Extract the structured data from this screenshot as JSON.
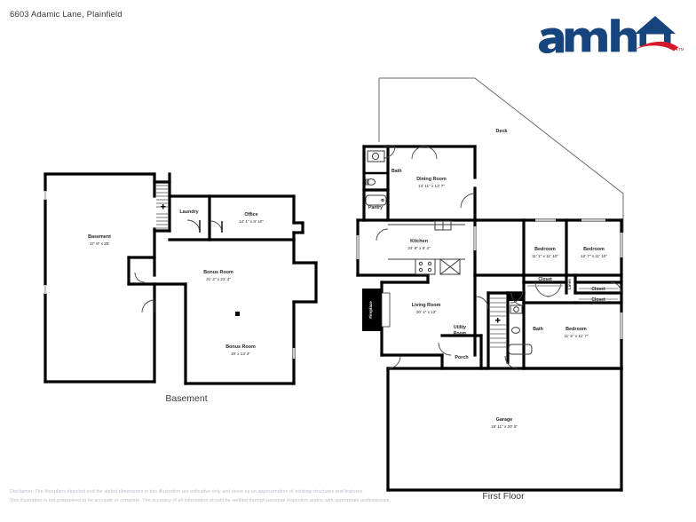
{
  "header": {
    "address": "6603 Adamic Lane, Plainfield",
    "logo": {
      "wordmark": "amh",
      "brand_blue": "#16447d",
      "brand_red": "#d7182a",
      "tm": "TM",
      "icon": "house-roof-icon"
    }
  },
  "basement": {
    "floor_label": "Basement",
    "rooms": [
      {
        "name": "Basement",
        "dims": "17' 9\" x 26'"
      },
      {
        "name": "Laundry",
        "dims": ""
      },
      {
        "name": "Office",
        "dims": "14' 1\" x 8' 10\""
      },
      {
        "name": "Bonus Room",
        "dims": "31' 2\" x 22' 4\""
      },
      {
        "name": "Bonus Room",
        "dims": "19' x 13' 4\""
      }
    ]
  },
  "first_floor": {
    "floor_label": "First Floor",
    "rooms": [
      {
        "name": "Deck",
        "dims": ""
      },
      {
        "name": "Dining Room",
        "dims": "14' 11\" x 13' 7\""
      },
      {
        "name": "Bath",
        "dims": ""
      },
      {
        "name": "Pantry",
        "dims": ""
      },
      {
        "name": "Kitchen",
        "dims": "24' 8\" x 9' 4\""
      },
      {
        "name": "Bedroom",
        "dims": "11' 1\" x 11' 10\""
      },
      {
        "name": "Bedroom",
        "dims": "12' 7\" x 11' 10\""
      },
      {
        "name": "Closet",
        "dims": ""
      },
      {
        "name": "Closet",
        "dims": ""
      },
      {
        "name": "Closet",
        "dims": ""
      },
      {
        "name": "Linen",
        "dims": ""
      },
      {
        "name": "Living Room",
        "dims": "20' 1\" x 13'"
      },
      {
        "name": "Fireplace",
        "dims": ""
      },
      {
        "name": "Utility Room",
        "dims": ""
      },
      {
        "name": "Bath",
        "dims": ""
      },
      {
        "name": "Bedroom",
        "dims": "11' 5\" x 11' 7\""
      },
      {
        "name": "Porch",
        "dims": ""
      },
      {
        "name": "Garage",
        "dims": "19' 11\" x 20' 5\""
      }
    ],
    "labels": {
      "deck": "Deck",
      "dining_room": "Dining Room",
      "dining_room_dims": "14' 11\" x 13' 7\"",
      "bath_upper": "Bath",
      "pantry": "Pantry",
      "kitchen": "Kitchen",
      "kitchen_dims": "24' 8\" x 9' 4\"",
      "bedroom1": "Bedroom",
      "bedroom1_dims": "11' 1\" x 11' 10\"",
      "bedroom2": "Bedroom",
      "bedroom2_dims": "12' 7\" x 11' 10\"",
      "closet1": "Closet",
      "closet2": "Closet",
      "closet3": "Closet",
      "linen": "Linen",
      "living_room": "Living Room",
      "living_room_dims": "20' 1\" x 13'",
      "fireplace": "Fireplace",
      "utility_room_l1": "Utility",
      "utility_room_l2": "Room",
      "bath_lower": "Bath",
      "bedroom3": "Bedroom",
      "bedroom3_dims": "11' 5\" x 11' 7\"",
      "porch": "Porch",
      "garage": "Garage",
      "garage_dims": "19' 11\" x 20' 5\""
    }
  },
  "basement_labels": {
    "basement": "Basement",
    "basement_dims": "17' 9\" x 26'",
    "laundry": "Laundry",
    "office": "Office",
    "office_dims": "14' 1\" x 8' 10\"",
    "bonus1": "Bonus Room",
    "bonus1_dims": "31' 2\" x 22' 4\"",
    "bonus2": "Bonus Room",
    "bonus2_dims": "19' x 13' 4\""
  },
  "disclaimer": {
    "line1": "Disclaimer: The floorplans depicted and the stated dimensions in this illustration are indicative only and serve as an approximation of existing structures and features.",
    "line2": "This illustration is not guaranteed to be accurate or complete. The accuracy of all information should be verified through personal inspection and/or with appropriate professionals."
  },
  "style": {
    "wall_color": "#000000",
    "thin_color": "#1a1a1a",
    "text_color": "#231f20",
    "page_bg": "#ffffff"
  }
}
